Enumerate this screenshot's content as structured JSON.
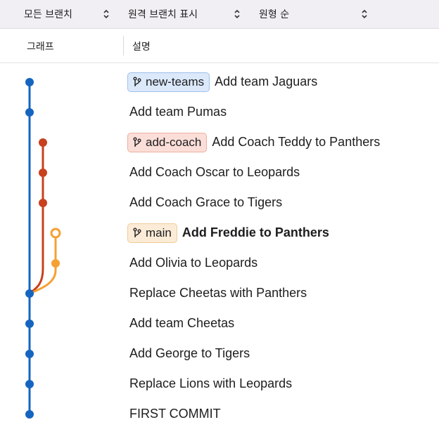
{
  "toolbar": {
    "branches_filter": "모든 브랜치",
    "remote_toggle": "원격 브랜치 표시",
    "sort_order": "원형 순"
  },
  "columns": {
    "graph": "그래프",
    "description": "설명"
  },
  "colors": {
    "blue": "#1565c0",
    "red": "#c8401e",
    "orange": "#f5a033"
  },
  "commits": [
    {
      "branch": "new-teams",
      "message": "Add team Jaguars"
    },
    {
      "message": "Add team Pumas"
    },
    {
      "branch": "add-coach",
      "message": "Add Coach Teddy to Panthers"
    },
    {
      "message": "Add Coach Oscar to Leopards"
    },
    {
      "message": "Add Coach Grace to Tigers"
    },
    {
      "branch": "main",
      "message": "Add Freddie to Panthers",
      "bold": true,
      "head": true
    },
    {
      "message": "Add Olivia to Leopards"
    },
    {
      "message": "Replace Cheetas with Panthers"
    },
    {
      "message": "Add team Cheetas"
    },
    {
      "message": "Add George to Tigers"
    },
    {
      "message": "Replace Lions with Leopards"
    },
    {
      "message": "FIRST COMMIT"
    }
  ]
}
